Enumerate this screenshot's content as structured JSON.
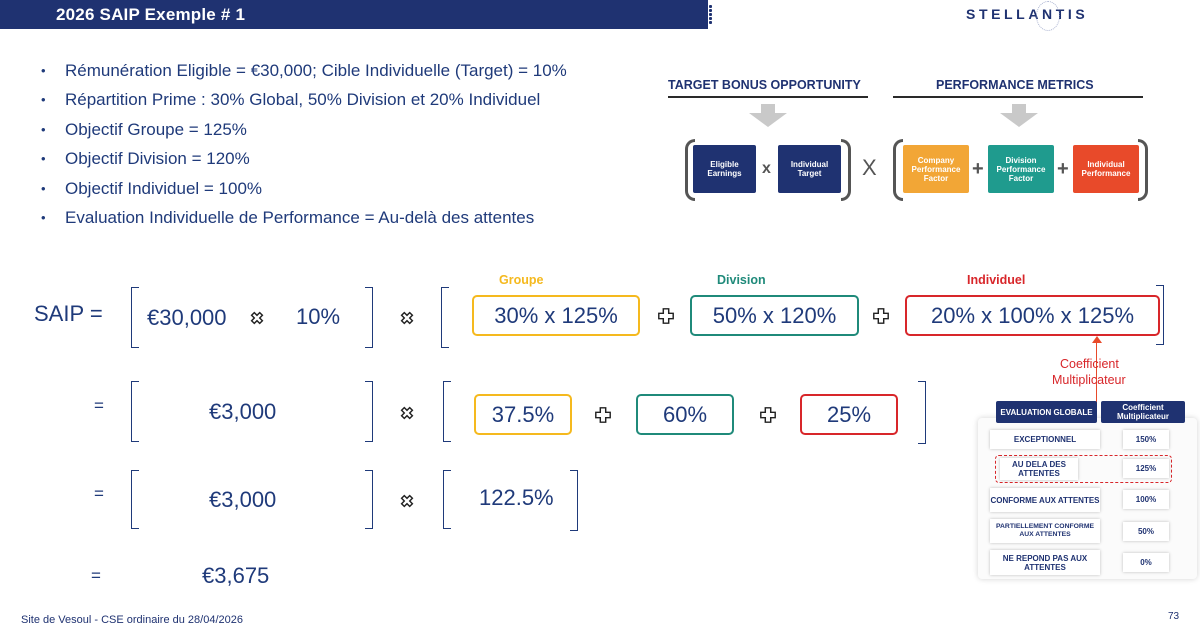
{
  "header": {
    "title": "2026 SAIP  Exemple # 1",
    "logo": "STELLANTIS",
    "bar_color": "#1f3271"
  },
  "bullets": [
    "Rémunération Eligible = €30,000; Cible Individuelle (Target) = 10%",
    "Répartition Prime :  30% Global, 50% Division et 20% Individuel",
    "Objectif Groupe = 125%",
    "Objectif Division = 120%",
    "Objectif Individuel = 100%",
    "Evaluation Individuelle de Performance = Au-delà des attentes"
  ],
  "diagram": {
    "head_left": "TARGET BONUS OPPORTUNITY",
    "head_right": "PERFORMANCE METRICS",
    "eligible": "Eligible Earnings",
    "individual_target": "Individual Target",
    "company": "Company Performance Factor",
    "division": "Division Performance Factor",
    "individual_perf": "Individual Performance",
    "op_x": "x",
    "op_X": "X",
    "op_plus": "+",
    "colors": {
      "navy": "#1f3271",
      "orange": "#f2a636",
      "teal": "#1f9b8e",
      "red": "#e84a2a"
    }
  },
  "formula": {
    "saip_label": "SAIP =",
    "labels": {
      "groupe": "Groupe",
      "division": "Division",
      "individuel": "Individuel"
    },
    "row1": {
      "amount": "€30,000",
      "target": "10%",
      "groupe": "30% x 125%",
      "division": "50% x 120%",
      "individuel": "20% x 100% x 125%"
    },
    "row2": {
      "eq": "=",
      "amount": "€3,000",
      "groupe": "37.5%",
      "division": "60%",
      "individuel": "25%"
    },
    "row3": {
      "eq": "=",
      "amount": "€3,000",
      "total": "122.5%"
    },
    "row4": {
      "eq": "=",
      "amount": "€3,675"
    },
    "coef_label_1": "Coefficient",
    "coef_label_2": "Multiplicateur",
    "colors": {
      "groupe": "#f5b91e",
      "division": "#1f8a7a",
      "individuel": "#d8262a"
    }
  },
  "rating_table": {
    "head_eval": "EVALUATION GLOBALE",
    "head_coef": "Coefficient Multiplicateur",
    "rows": [
      {
        "eval": "EXCEPTIONNEL",
        "coef": "150%"
      },
      {
        "eval": "AU DELA DES ATTENTES",
        "coef": "125%"
      },
      {
        "eval": "CONFORME AUX ATTENTES",
        "coef": "100%"
      },
      {
        "eval": "PARTIELLEMENT CONFORME AUX ATTENTES",
        "coef": "50%"
      },
      {
        "eval": "NE REPOND PAS AUX ATTENTES",
        "coef": "0%"
      }
    ]
  },
  "footer": {
    "text": "Site de Vesoul - CSE ordinaire du 28/04/2026",
    "page": "73"
  }
}
